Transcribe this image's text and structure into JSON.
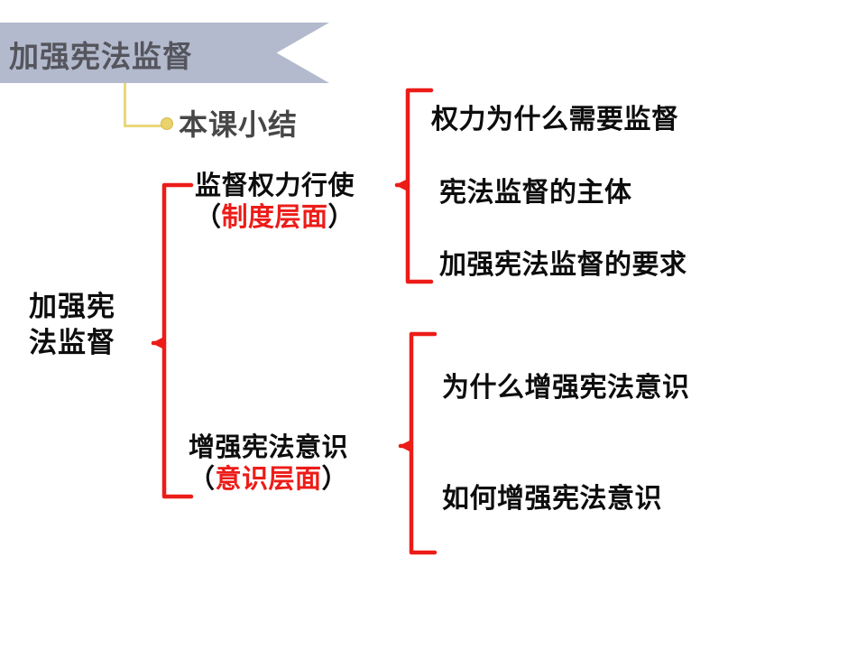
{
  "banner": {
    "title": "加强宪法监督"
  },
  "sub_title": {
    "label": "本课小结"
  },
  "mindmap": {
    "root": {
      "line1": "加强宪",
      "line2": "法监督"
    },
    "branches": [
      {
        "name": "监督权力行使",
        "qualifier_open": "（",
        "qualifier": "制度层面",
        "qualifier_close": "）",
        "leaves": [
          "权力为什么需要监督",
          "宪法监督的主体",
          "加强宪法监督的要求"
        ]
      },
      {
        "name": "增强宪法意识",
        "qualifier_open": "（",
        "qualifier": "意识层面",
        "qualifier_close": "）",
        "leaves": [
          "为什么增强宪法意识",
          "如何增强宪法意识"
        ]
      }
    ]
  },
  "colors": {
    "banner_fill": "#b3bacd",
    "banner_text": "#55555e",
    "connector_red": "#ec1c18",
    "connector_yellow": "#e9d87a",
    "accent_red": "#ec1c18",
    "body_text": "#0d0d0d",
    "sub_title_text": "#474747",
    "background": "#ffffff"
  }
}
